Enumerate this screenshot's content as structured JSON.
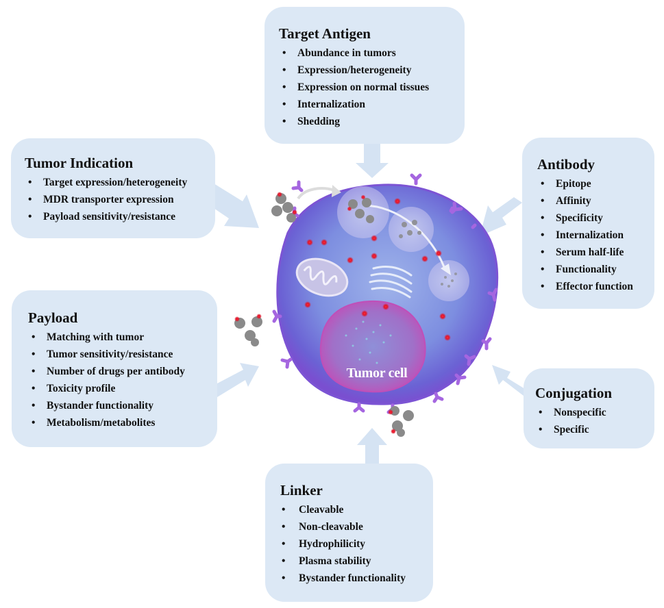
{
  "center": {
    "label": "Tumor cell"
  },
  "colors": {
    "box_fill": "#dce8f5",
    "arrow_fill": "#d5e3f3",
    "cell": "#6f6fd8",
    "nucleus": "#b56ac9",
    "receptor": "#a566e0",
    "payload_dot": "#e0152a"
  },
  "boxes": {
    "target_antigen": {
      "title": "Target Antigen",
      "items": [
        "Abundance in tumors",
        "Expression/heterogeneity",
        "Expression on normal tissues",
        "Internalization",
        "Shedding"
      ]
    },
    "tumor_indication": {
      "title": "Tumor Indication",
      "items": [
        "Target expression/heterogeneity",
        "MDR transporter expression",
        "Payload sensitivity/resistance"
      ]
    },
    "antibody": {
      "title": "Antibody",
      "items": [
        "Epitope",
        "Affinity",
        "Specificity",
        "Internalization",
        "Serum half-life",
        "Functionality",
        "Effector function"
      ]
    },
    "payload": {
      "title": "Payload",
      "items": [
        "Matching with tumor",
        "Tumor sensitivity/resistance",
        "Number of drugs per antibody",
        "Toxicity profile",
        "Bystander functionality",
        "Metabolism/metabolites"
      ]
    },
    "conjugation": {
      "title": "Conjugation",
      "items": [
        "Nonspecific",
        "Specific"
      ]
    },
    "linker": {
      "title": "Linker",
      "items": [
        "Cleavable",
        "Non-cleavable",
        "Hydrophilicity",
        "Plasma stability",
        "Bystander functionality"
      ]
    }
  }
}
